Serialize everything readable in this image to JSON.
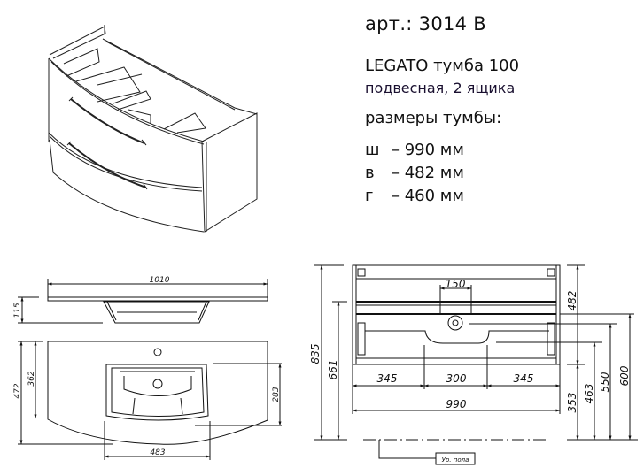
{
  "spec": {
    "article": "арт.: 3014 B",
    "model": "LEGATO тумба 100",
    "subtitle": "подвесная, 2 ящика",
    "dims_title": "размеры тумбы:",
    "dims": [
      {
        "key": "ш",
        "value": "– 990 мм"
      },
      {
        "key": "в",
        "value": "– 482 мм"
      },
      {
        "key": "г",
        "value": "– 460 мм"
      }
    ]
  },
  "basin_side_view": {
    "width_label": "1010",
    "height_label": "115"
  },
  "basin_top_view": {
    "depth_label": "472",
    "inner_depth_label": "362",
    "bowl_depth_label": "283",
    "bowl_width_label": "483"
  },
  "front_view": {
    "total_height_label": "835",
    "top_height_label": "661",
    "cabinet_height_label": "482",
    "offset_label": "150",
    "left_label": "345",
    "center_label": "300",
    "right_label": "345",
    "width_label": "990",
    "floor_clearance_label": "353",
    "h463_label": "463",
    "h550_label": "550",
    "h600_label": "600",
    "floor_label": "Ур. пола"
  }
}
